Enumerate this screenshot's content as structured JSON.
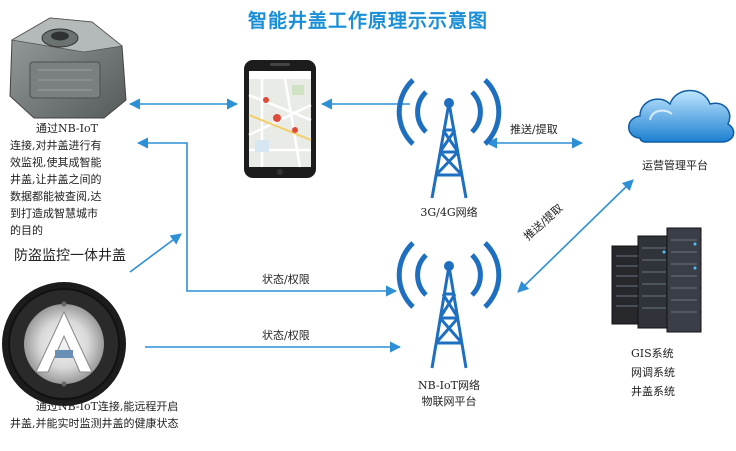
{
  "title": "智能井盖工作原理示示意图",
  "device_top_desc": [
    "通过NB-IoT",
    "连接,对井盖进行有",
    "效监视,使其成智能",
    "井盖,让井盖之间的",
    "数据都能被查阅,达",
    "到打造成智慧城市",
    "的目的"
  ],
  "device_label": "防盗监控一体井盖",
  "device_bottom_desc": [
    "通过NB-IoT连接,能远程开启",
    "井盖,并能实时监测井盖的健康状态"
  ],
  "tower_top_label": "3G/4G网络",
  "tower_bottom_label": [
    "NB-IoT网络",
    "物联网平台"
  ],
  "cloud_label": "运营管理平台",
  "server_labels": [
    "GIS系统",
    "网调系统",
    "井盖系统"
  ],
  "edge_labels": {
    "push_top": "推送/提取",
    "push_diag": "推送/提取",
    "status_top": "状态/权限",
    "status_bottom": "状态/权限"
  },
  "colors": {
    "title": "#1a8fd8",
    "arrow": "#2d8fd6",
    "tower": "#1e6fc0"
  }
}
